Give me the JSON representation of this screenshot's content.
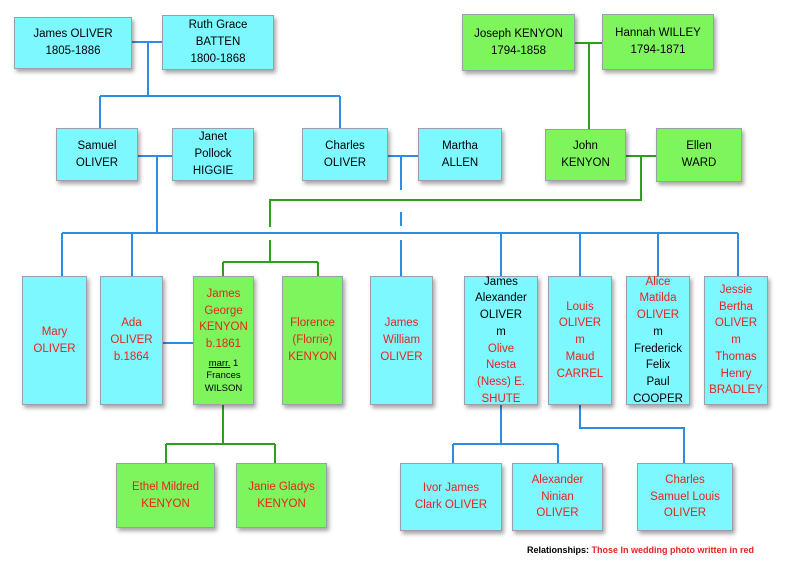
{
  "people": {
    "james_oliver_sr": "James OLIVER\n1805-1886",
    "ruth_grace_batten": "Ruth Grace\nBATTEN\n1800-1868",
    "joseph_kenyon": "Joseph KENYON\n1794-1858",
    "hannah_willey": "Hannah WILLEY\n1794-1871",
    "samuel_oliver": "Samuel\nOLIVER",
    "janet_higgie": "Janet\nPollock\nHIGGIE",
    "charles_oliver": "Charles\nOLIVER",
    "martha_allen": "Martha\nALLEN",
    "john_kenyon": "John\nKENYON",
    "ellen_ward": "Ellen\nWARD",
    "mary_oliver": "Mary\nOLIVER",
    "ada_oliver": "Ada\nOLIVER\nb.1864",
    "james_george_kenyon": "James\nGeorge\nKENYON\nb.1861",
    "james_george_marr_label": "marr.",
    "james_george_marr_rest": " 1\nFrances\nWILSON",
    "florence_kenyon": "Florence\n(Florrie)\nKENYON",
    "james_william_oliver": "James\nWilliam\nOLIVER",
    "james_alexander_oliver": "James\nAlexander\nOLIVER\nm",
    "olive_nesta_shute": "Olive\nNesta\n(Ness) E.\nSHUTE",
    "louis_oliver": "Louis\nOLIVER\nm\nMaud\nCARREL",
    "alice_matilda_oliver": "Alice\nMatilda\nOLIVER",
    "alice_m": "m",
    "frederick_cooper": "Frederick\nFelix\nPaul\nCOOPER",
    "jessie_bertha_oliver": "Jessie\nBertha\nOLIVER\nm\nThomas\nHenry\nBRADLEY",
    "ethel_kenyon": "Ethel Mildred\nKENYON",
    "janie_kenyon": "Janie Gladys\nKENYON",
    "ivor_oliver": "Ivor James\nClark OLIVER",
    "alexander_oliver": "Alexander\nNinian\nOLIVER",
    "charles_samuel_oliver": "Charles\nSamuel Louis\nOLIVER"
  },
  "footer": {
    "label": "Relationships:",
    "text": " Those In wedding photo written in red"
  },
  "colors": {
    "oliver_box": "#7ef8ff",
    "kenyon_box": "#7ef55c",
    "oliver_line": "#2b8ee6",
    "kenyon_line": "#2e9e1e",
    "highlight_text": "#e8231e"
  }
}
